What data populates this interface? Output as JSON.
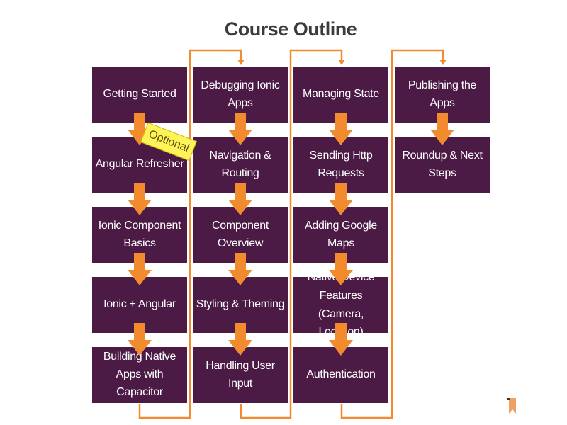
{
  "title": "Course Outline",
  "optional_badge": "Optional",
  "columns": [
    {
      "boxes": [
        "Getting Started",
        "Angular Refresher",
        "Ionic Component Basics",
        "Ionic + Angular",
        "Building Native Apps with Capacitor"
      ]
    },
    {
      "boxes": [
        "Debugging Ionic Apps",
        "Navigation & Routing",
        "Component Overview",
        "Styling & Theming",
        "Handling User Input"
      ]
    },
    {
      "boxes": [
        "Managing State",
        "Sending Http Requests",
        "Adding Google Maps",
        "Native Device Features (Camera, Location)",
        "Authentication"
      ]
    },
    {
      "boxes": [
        "Publishing the Apps",
        "Roundup & Next Steps"
      ]
    }
  ],
  "colors": {
    "box": "#4b1a45",
    "arrow": "#f28a2e",
    "connector": "#f28a2e",
    "badge": "#fff35a"
  }
}
